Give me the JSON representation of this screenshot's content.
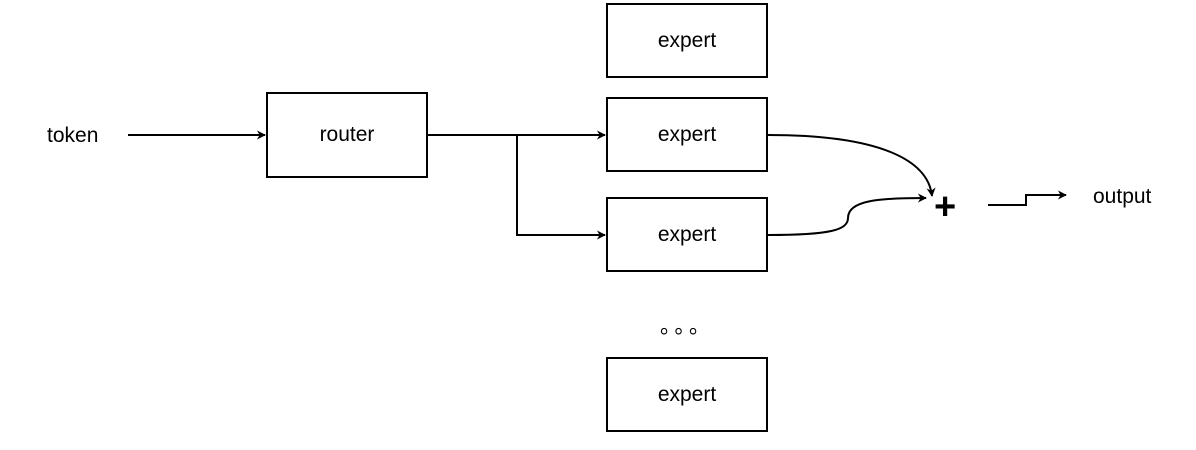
{
  "diagram": {
    "input_label": "token",
    "router_label": "router",
    "experts": [
      {
        "label": "expert"
      },
      {
        "label": "expert"
      },
      {
        "label": "expert"
      },
      {
        "label": "expert"
      }
    ],
    "ellipsis": "。。。",
    "sum_symbol": "+",
    "output_label": "output",
    "colors": {
      "stroke": "#000000",
      "fill": "#ffffff"
    }
  }
}
